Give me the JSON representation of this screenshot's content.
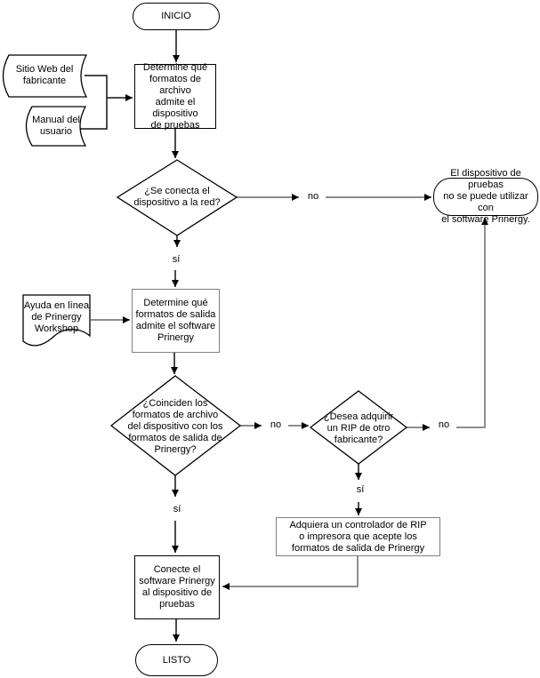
{
  "colors": {
    "background": "#ffffff",
    "connector_line": "#7d7d7d",
    "connector_dark": "#111111",
    "shape_border": "#000000",
    "process_alt_border": "#808080",
    "text": "#000000"
  },
  "nodes": {
    "start": {
      "type": "terminator",
      "label": "INICIO"
    },
    "doc_web": {
      "type": "stored-data",
      "label": "Sitio Web del\nfabricante"
    },
    "doc_manual": {
      "type": "stored-data",
      "label": "Manual del\nusuario"
    },
    "proc_formats_archivo": {
      "type": "process",
      "label": "Determine qué\nformatos de archivo\nadmite el dispositivo\nde pruebas"
    },
    "dec_red": {
      "type": "decision",
      "label": "¿Se conecta el\ndispositivo a la red?"
    },
    "term_no_use": {
      "type": "terminator",
      "label": "El dispositivo de pruebas\nno se puede utilizar con\nel software Prinergy."
    },
    "doc_ayuda": {
      "type": "document",
      "label": "Ayuda en línea\nde Prinergy\nWorkshop"
    },
    "proc_formats_salida": {
      "type": "process",
      "label": "Determine qué\nformatos de salida\nadmite el software\nPrinergy"
    },
    "dec_coinciden": {
      "type": "decision",
      "label": "¿Coinciden los\nformatos de archivo\ndel dispositivo con los\nformatos de salida de\nPrinergy?"
    },
    "dec_rip": {
      "type": "decision",
      "label": "¿Desea adquirir\nun RIP de otro\nfabricante?"
    },
    "proc_adquiera": {
      "type": "process",
      "label": "Adquiera un controlador de RIP\no impresora que acepte los\nformatos de salida de Prinergy"
    },
    "proc_conecte": {
      "type": "process",
      "label": "Conecte el\nsoftware Prinergy\nal dispositivo de\npruebas"
    },
    "end": {
      "type": "terminator",
      "label": "LISTO"
    }
  },
  "edge_labels": {
    "dec_red_no": "no",
    "dec_red_si": "sí",
    "dec_coinciden_no": "no",
    "dec_coinciden_si": "sí",
    "dec_rip_no": "no",
    "dec_rip_si": "sí"
  },
  "edges": [
    {
      "from": "start",
      "to": "proc_formats_archivo",
      "label": ""
    },
    {
      "from": "doc_web",
      "to": "proc_formats_archivo",
      "label": ""
    },
    {
      "from": "doc_manual",
      "to": "proc_formats_archivo",
      "label": ""
    },
    {
      "from": "proc_formats_archivo",
      "to": "dec_red",
      "label": ""
    },
    {
      "from": "dec_red",
      "to": "term_no_use",
      "label": "no"
    },
    {
      "from": "dec_red",
      "to": "proc_formats_salida",
      "label": "sí"
    },
    {
      "from": "doc_ayuda",
      "to": "proc_formats_salida",
      "label": ""
    },
    {
      "from": "proc_formats_salida",
      "to": "dec_coinciden",
      "label": ""
    },
    {
      "from": "dec_coinciden",
      "to": "dec_rip",
      "label": "no"
    },
    {
      "from": "dec_coinciden",
      "to": "proc_conecte",
      "label": "sí"
    },
    {
      "from": "dec_rip",
      "to": "term_no_use",
      "label": "no"
    },
    {
      "from": "dec_rip",
      "to": "proc_adquiera",
      "label": "sí"
    },
    {
      "from": "proc_adquiera",
      "to": "proc_conecte",
      "label": ""
    },
    {
      "from": "proc_conecte",
      "to": "end",
      "label": ""
    }
  ]
}
